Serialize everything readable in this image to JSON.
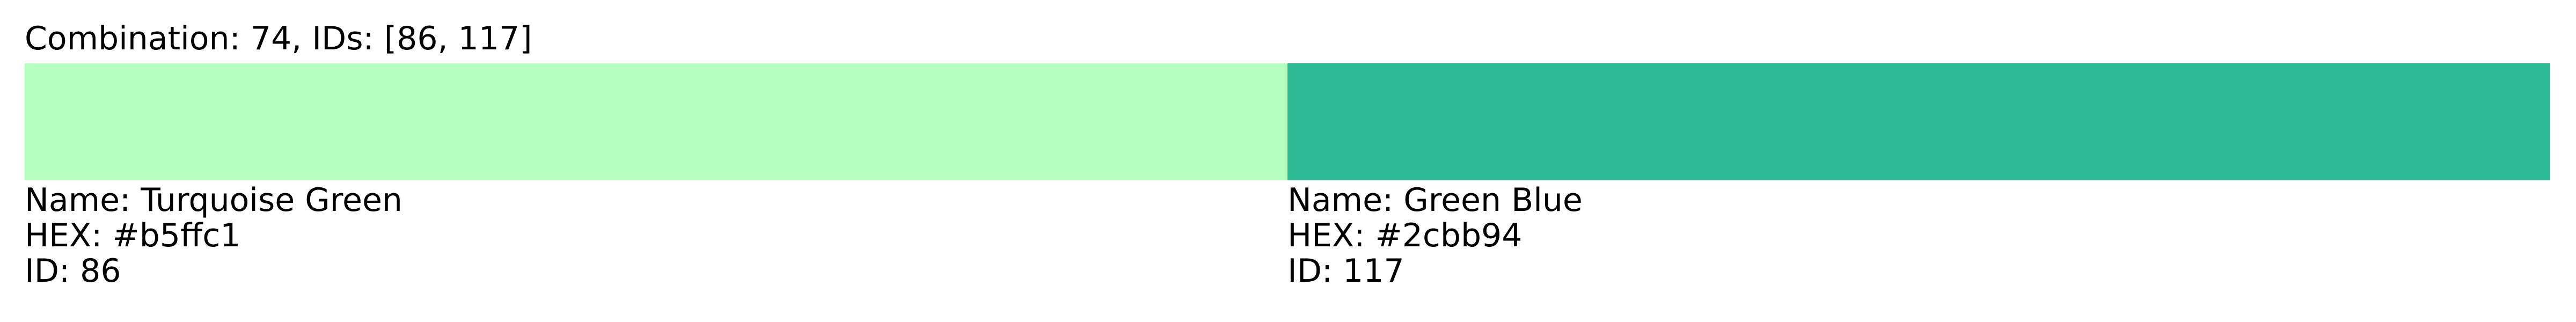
{
  "header": {
    "title": "Combination: 74, IDs: [86, 117]"
  },
  "colors": [
    {
      "name": "Name: Turquoise Green",
      "hex": "HEX: #b5ffc1",
      "id": "ID: 86",
      "swatch_color": "#b5ffc1"
    },
    {
      "name": "Name: Green Blue",
      "hex": "HEX: #2cbb94",
      "id": "ID: 117",
      "swatch_color": "#2cbb94"
    }
  ]
}
